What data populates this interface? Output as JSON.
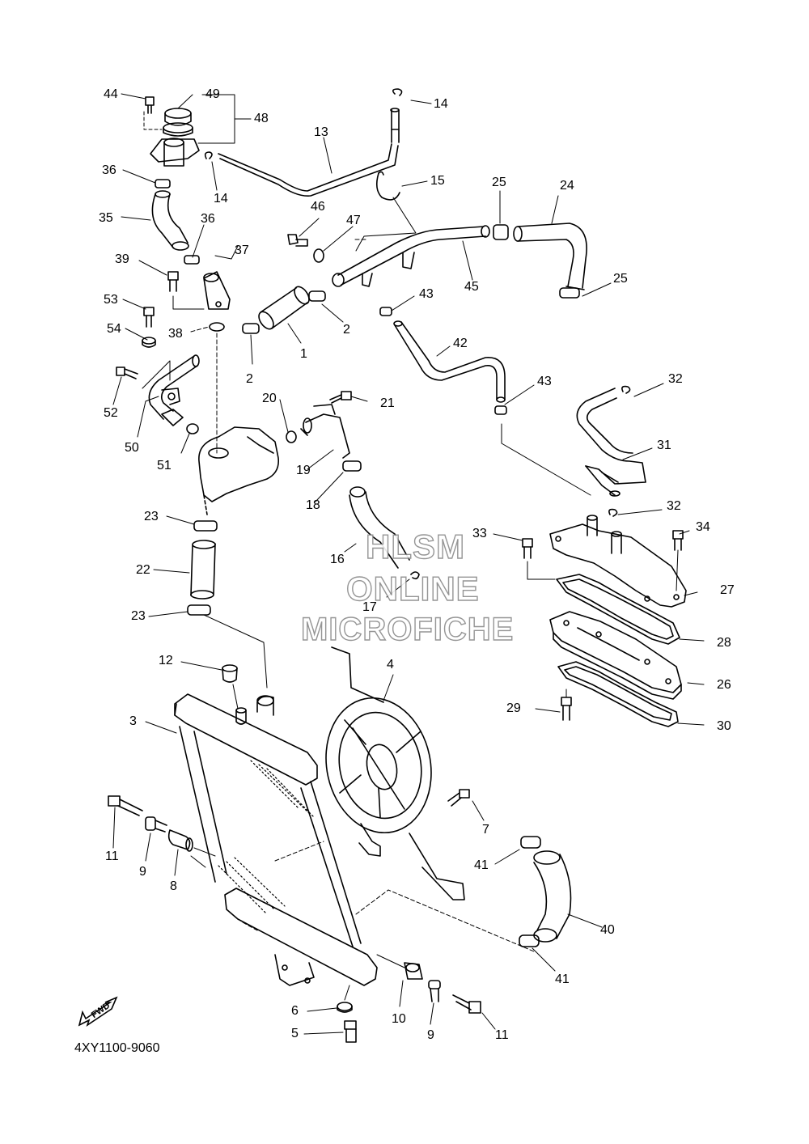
{
  "diagram": {
    "code": "4XY1100-9060",
    "fwd_label": "FWD",
    "watermark": [
      "HLSM",
      "ONLINE",
      "MICROFICHE"
    ],
    "callouts": [
      {
        "id": "c44",
        "text": "44"
      },
      {
        "id": "c49",
        "text": "49"
      },
      {
        "id": "c48",
        "text": "48"
      },
      {
        "id": "c14a",
        "text": "14"
      },
      {
        "id": "c14b",
        "text": "14"
      },
      {
        "id": "c13",
        "text": "13"
      },
      {
        "id": "c36a",
        "text": "36"
      },
      {
        "id": "c36b",
        "text": "36"
      },
      {
        "id": "c35",
        "text": "35"
      },
      {
        "id": "c15",
        "text": "15"
      },
      {
        "id": "c25a",
        "text": "25"
      },
      {
        "id": "c24",
        "text": "24"
      },
      {
        "id": "c46",
        "text": "46"
      },
      {
        "id": "c47",
        "text": "47"
      },
      {
        "id": "c39",
        "text": "39"
      },
      {
        "id": "c37",
        "text": "37"
      },
      {
        "id": "c45",
        "text": "45"
      },
      {
        "id": "c25b",
        "text": "25"
      },
      {
        "id": "c53",
        "text": "53"
      },
      {
        "id": "c43a",
        "text": "43"
      },
      {
        "id": "c54",
        "text": "54"
      },
      {
        "id": "c38",
        "text": "38"
      },
      {
        "id": "c2a",
        "text": "2"
      },
      {
        "id": "c1",
        "text": "1"
      },
      {
        "id": "c42",
        "text": "42"
      },
      {
        "id": "c2b",
        "text": "2"
      },
      {
        "id": "c52",
        "text": "52"
      },
      {
        "id": "c43b",
        "text": "43"
      },
      {
        "id": "c32a",
        "text": "32"
      },
      {
        "id": "c20",
        "text": "20"
      },
      {
        "id": "c21",
        "text": "21"
      },
      {
        "id": "c50",
        "text": "50"
      },
      {
        "id": "c31",
        "text": "31"
      },
      {
        "id": "c51",
        "text": "51"
      },
      {
        "id": "c19",
        "text": "19"
      },
      {
        "id": "c18",
        "text": "18"
      },
      {
        "id": "c32b",
        "text": "32"
      },
      {
        "id": "c23a",
        "text": "23"
      },
      {
        "id": "c33",
        "text": "33"
      },
      {
        "id": "c34",
        "text": "34"
      },
      {
        "id": "c16",
        "text": "16"
      },
      {
        "id": "c22",
        "text": "22"
      },
      {
        "id": "c27",
        "text": "27"
      },
      {
        "id": "c17",
        "text": "17"
      },
      {
        "id": "c23b",
        "text": "23"
      },
      {
        "id": "c28",
        "text": "28"
      },
      {
        "id": "c12",
        "text": "12"
      },
      {
        "id": "c4",
        "text": "4"
      },
      {
        "id": "c26",
        "text": "26"
      },
      {
        "id": "c29",
        "text": "29"
      },
      {
        "id": "c30",
        "text": "30"
      },
      {
        "id": "c3",
        "text": "3"
      },
      {
        "id": "c7",
        "text": "7"
      },
      {
        "id": "c11a",
        "text": "11"
      },
      {
        "id": "c9a",
        "text": "9"
      },
      {
        "id": "c8",
        "text": "8"
      },
      {
        "id": "c41a",
        "text": "41"
      },
      {
        "id": "c40",
        "text": "40"
      },
      {
        "id": "c41b",
        "text": "41"
      },
      {
        "id": "c6",
        "text": "6"
      },
      {
        "id": "c10",
        "text": "10"
      },
      {
        "id": "c9b",
        "text": "9"
      },
      {
        "id": "c11b",
        "text": "11"
      },
      {
        "id": "c5",
        "text": "5"
      }
    ]
  }
}
